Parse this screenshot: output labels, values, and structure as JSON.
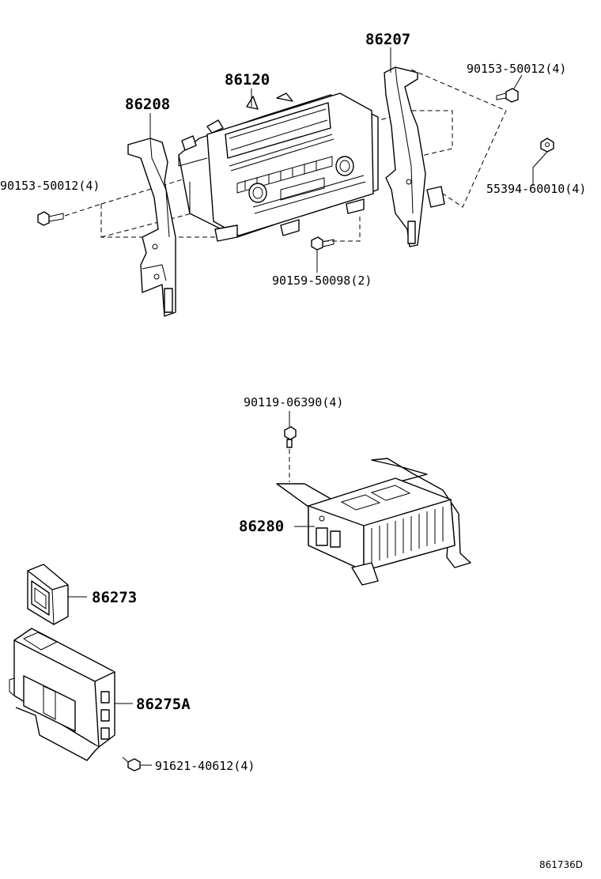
{
  "labels": {
    "bracket_right": "86207",
    "radio_panel": "86120",
    "bracket_left": "86208",
    "bolt_left": "90153-50012(4)",
    "bolt_right": "90153-50012(4)",
    "nut_right": "55394-60010(4)",
    "screw_bottom": "90159-50098(2)",
    "bolt_amp": "90119-06390(4)",
    "amplifier": "86280",
    "module_small": "86273",
    "module_large": "86275A",
    "screw_module": "91621-40612(4)"
  },
  "footer": {
    "diagram_code": "861736D"
  }
}
